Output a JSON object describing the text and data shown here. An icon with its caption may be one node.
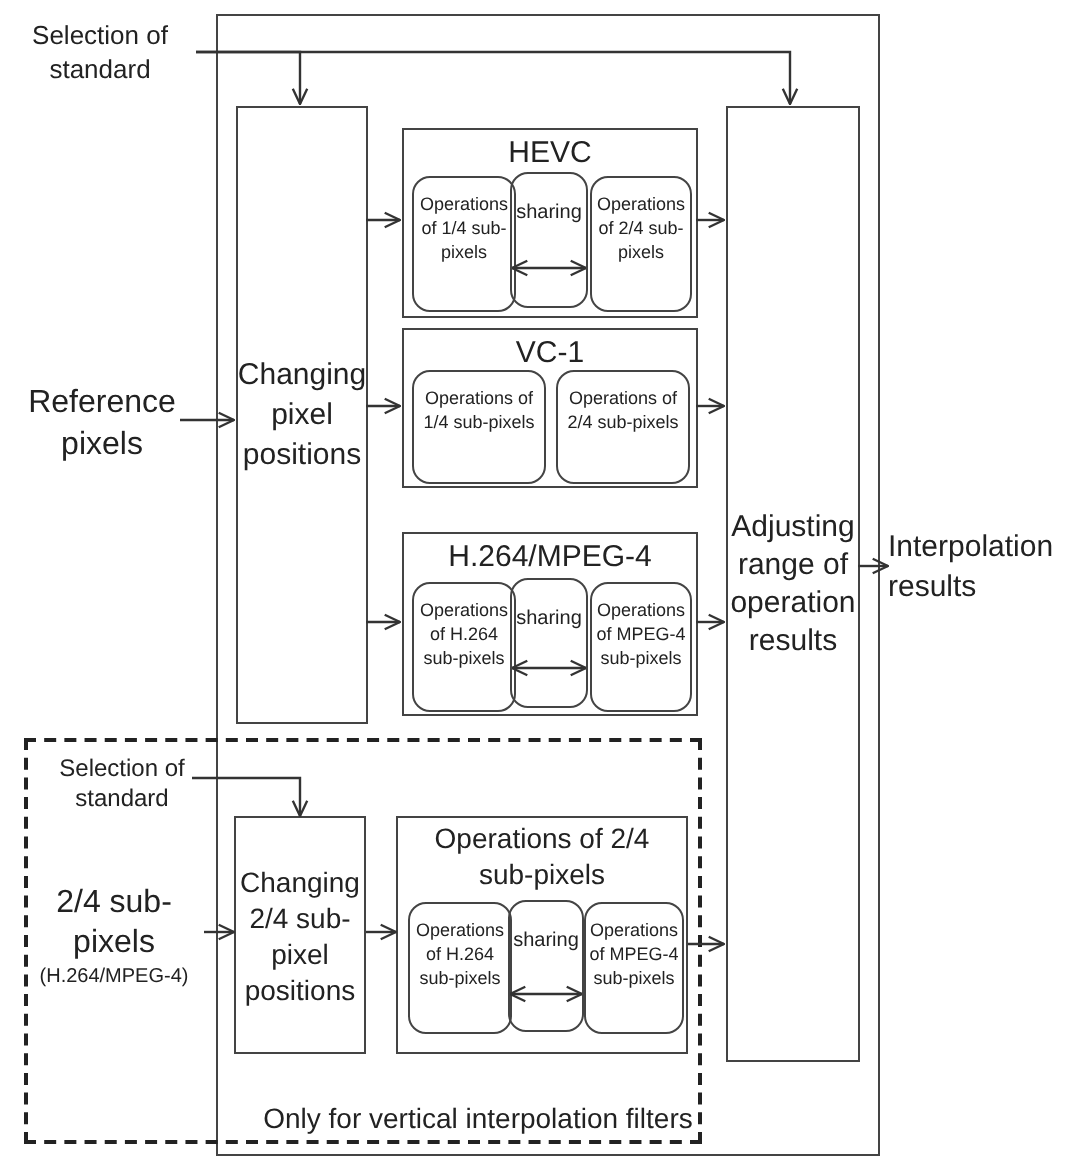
{
  "diagram": {
    "nodes": [
      {
        "text": [],
        "shape": "box"
      },
      {
        "text": [
          "Selection of standard"
        ]
      },
      {
        "text": [
          "Changing pixel positions"
        ],
        "in": 0
      },
      {
        "text": [
          "HEVC"
        ],
        "in": 0
      },
      {
        "text": [
          "Operations of 1/4 sub-pixels"
        ],
        "in": 3
      },
      {
        "text": [
          "Operations of 2/4 sub-pixels"
        ],
        "in": 3
      },
      {
        "text": [
          "VC-1"
        ],
        "in": 0
      },
      {
        "text": [
          "Operations of 1/4 sub-pixels"
        ],
        "in": 6
      },
      {
        "text": [
          "Operations of 2/4 sub-pixels"
        ],
        "in": 6
      },
      {
        "text": [
          "H.264/MPEG-4"
        ],
        "in": 0
      },
      {
        "text": [
          "Operations of H.264 sub-pixels"
        ],
        "in": 9
      },
      {
        "text": [
          "Operations of MPEG-4 sub-pixels"
        ],
        "in": 9
      },
      {
        "text": [
          "Adjusting range of operation results"
        ],
        "in": 0
      },
      {
        "text": [
          "Reference pixels"
        ]
      },
      {
        "text": [
          "Interpolation results"
        ]
      },
      {
        "text": [
          "Only for vertical interpolation filters"
        ]
      },
      {
        "text": [
          "Selection of standard"
        ],
        "in": 15
      },
      {
        "text": [
          "2/4 sub-pixels",
          "(H.264/MPEG-4)"
        ],
        "in": 15
      },
      {
        "text": [
          "Changing 2/4 sub-pixel positions"
        ]
      },
      {
        "text": [
          "Operations of 2/4 sub-pixels"
        ]
      },
      {
        "text": [
          "Operations of H.264 sub-pixels"
        ],
        "in": 19
      },
      {
        "text": [
          "Operations of MPEG-4 sub-pixels"
        ],
        "in": 19
      }
    ],
    "edges": [
      {
        "from": 1,
        "to": 2,
        "arrow": "to"
      },
      {
        "from": 1,
        "to": 12,
        "arrow": "to"
      },
      {
        "from": 13,
        "to": 2,
        "arrow": "to"
      },
      {
        "from": 2,
        "to": 3,
        "arrow": "to"
      },
      {
        "from": 2,
        "to": 6,
        "arrow": "to"
      },
      {
        "from": 2,
        "to": 9,
        "arrow": "to"
      },
      {
        "from": 4,
        "to": 5,
        "arrow": "both",
        "label": "sharing"
      },
      {
        "from": 10,
        "to": 11,
        "arrow": "both",
        "label": "sharing"
      },
      {
        "from": 3,
        "to": 12,
        "arrow": "to"
      },
      {
        "from": 6,
        "to": 12,
        "arrow": "to"
      },
      {
        "from": 9,
        "to": 12,
        "arrow": "to"
      },
      {
        "from": 12,
        "to": 14,
        "arrow": "to"
      },
      {
        "from": 16,
        "to": 18,
        "arrow": "to"
      },
      {
        "from": 17,
        "to": 18,
        "arrow": "to"
      },
      {
        "from": 18,
        "to": 19,
        "arrow": "to"
      },
      {
        "from": 20,
        "to": 21,
        "arrow": "both",
        "label": "sharing"
      },
      {
        "from": 19,
        "to": 12,
        "arrow": "to"
      }
    ]
  }
}
